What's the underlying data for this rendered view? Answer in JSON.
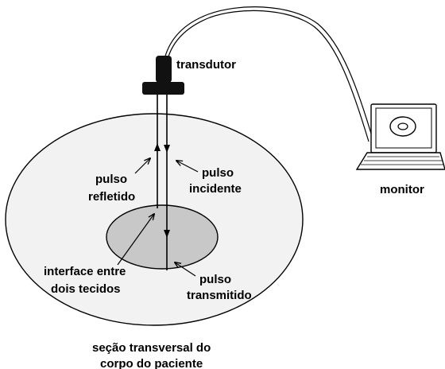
{
  "labels": {
    "transdutor": "transdutor",
    "monitor": "monitor",
    "pulso_refletido_1": "pulso",
    "pulso_refletido_2": "refletido",
    "pulso_incidente_1": "pulso",
    "pulso_incidente_2": "incidente",
    "interface_1": "interface entre",
    "interface_2": "dois tecidos",
    "pulso_transmitido_1": "pulso",
    "pulso_transmitido_2": "transmitido",
    "secao_1": "seção transversal do",
    "secao_2": "corpo do paciente"
  },
  "colors": {
    "body_fill": "#f2f2f2",
    "tissue_fill": "#c8c8c8",
    "stroke": "#000000",
    "device_fill": "#111111"
  }
}
